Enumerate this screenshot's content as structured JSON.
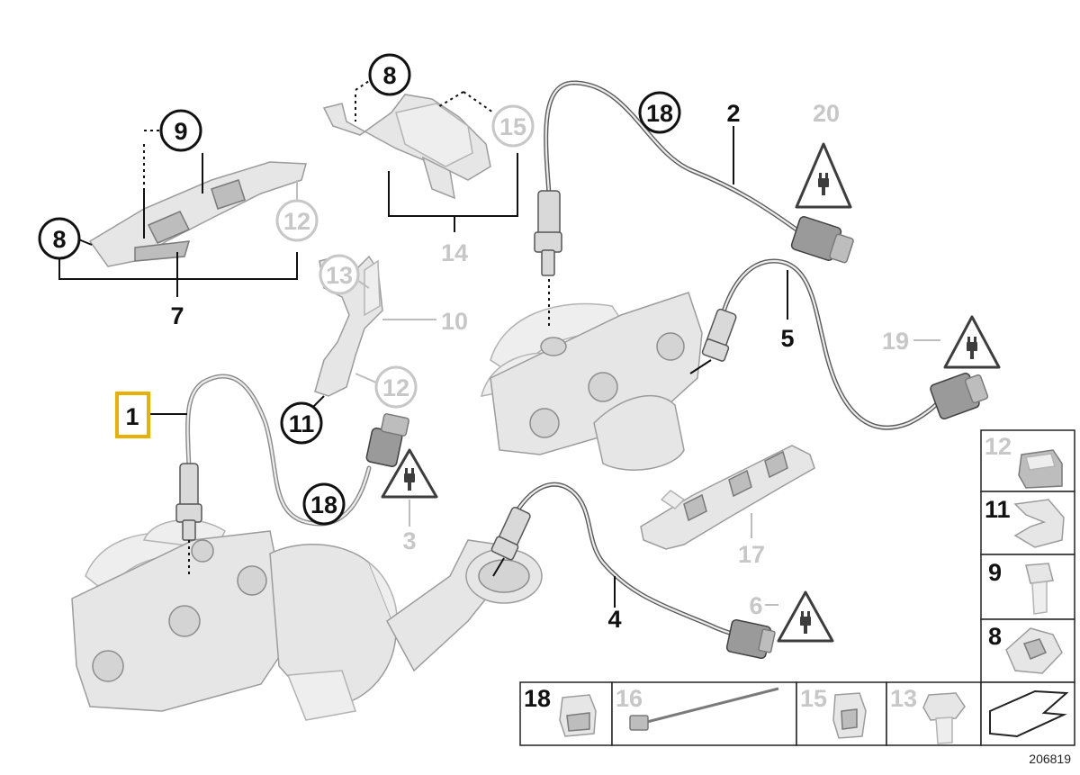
{
  "diagram": {
    "catalog_number": "206819",
    "colors": {
      "active": "#111111",
      "inactive": "#c7c7c7",
      "highlight": "#e8b100",
      "part_fill": "#e6e6e6",
      "cable": "#5b5b5b"
    },
    "callouts": {
      "c1": "1",
      "c2": "2",
      "c3": "3",
      "c4": "4",
      "c5": "5",
      "c6": "6",
      "c7": "7",
      "c8a": "8",
      "c8b": "8",
      "c9": "9",
      "c10": "10",
      "c11": "11",
      "c12a": "12",
      "c12b": "12",
      "c13": "13",
      "c14": "14",
      "c15": "15",
      "c17": "17",
      "c18a": "18",
      "c18b": "18",
      "c19": "19",
      "c20": "20"
    },
    "legend": {
      "side": {
        "p12": "12",
        "p11": "11",
        "p9": "9",
        "p8": "8"
      },
      "bottom": {
        "p18": "18",
        "p16": "16",
        "p15": "15",
        "p13": "13"
      }
    },
    "icons": {
      "warning": "warning-plug-icon",
      "arrow": "exploded-view-arrow-icon"
    }
  }
}
